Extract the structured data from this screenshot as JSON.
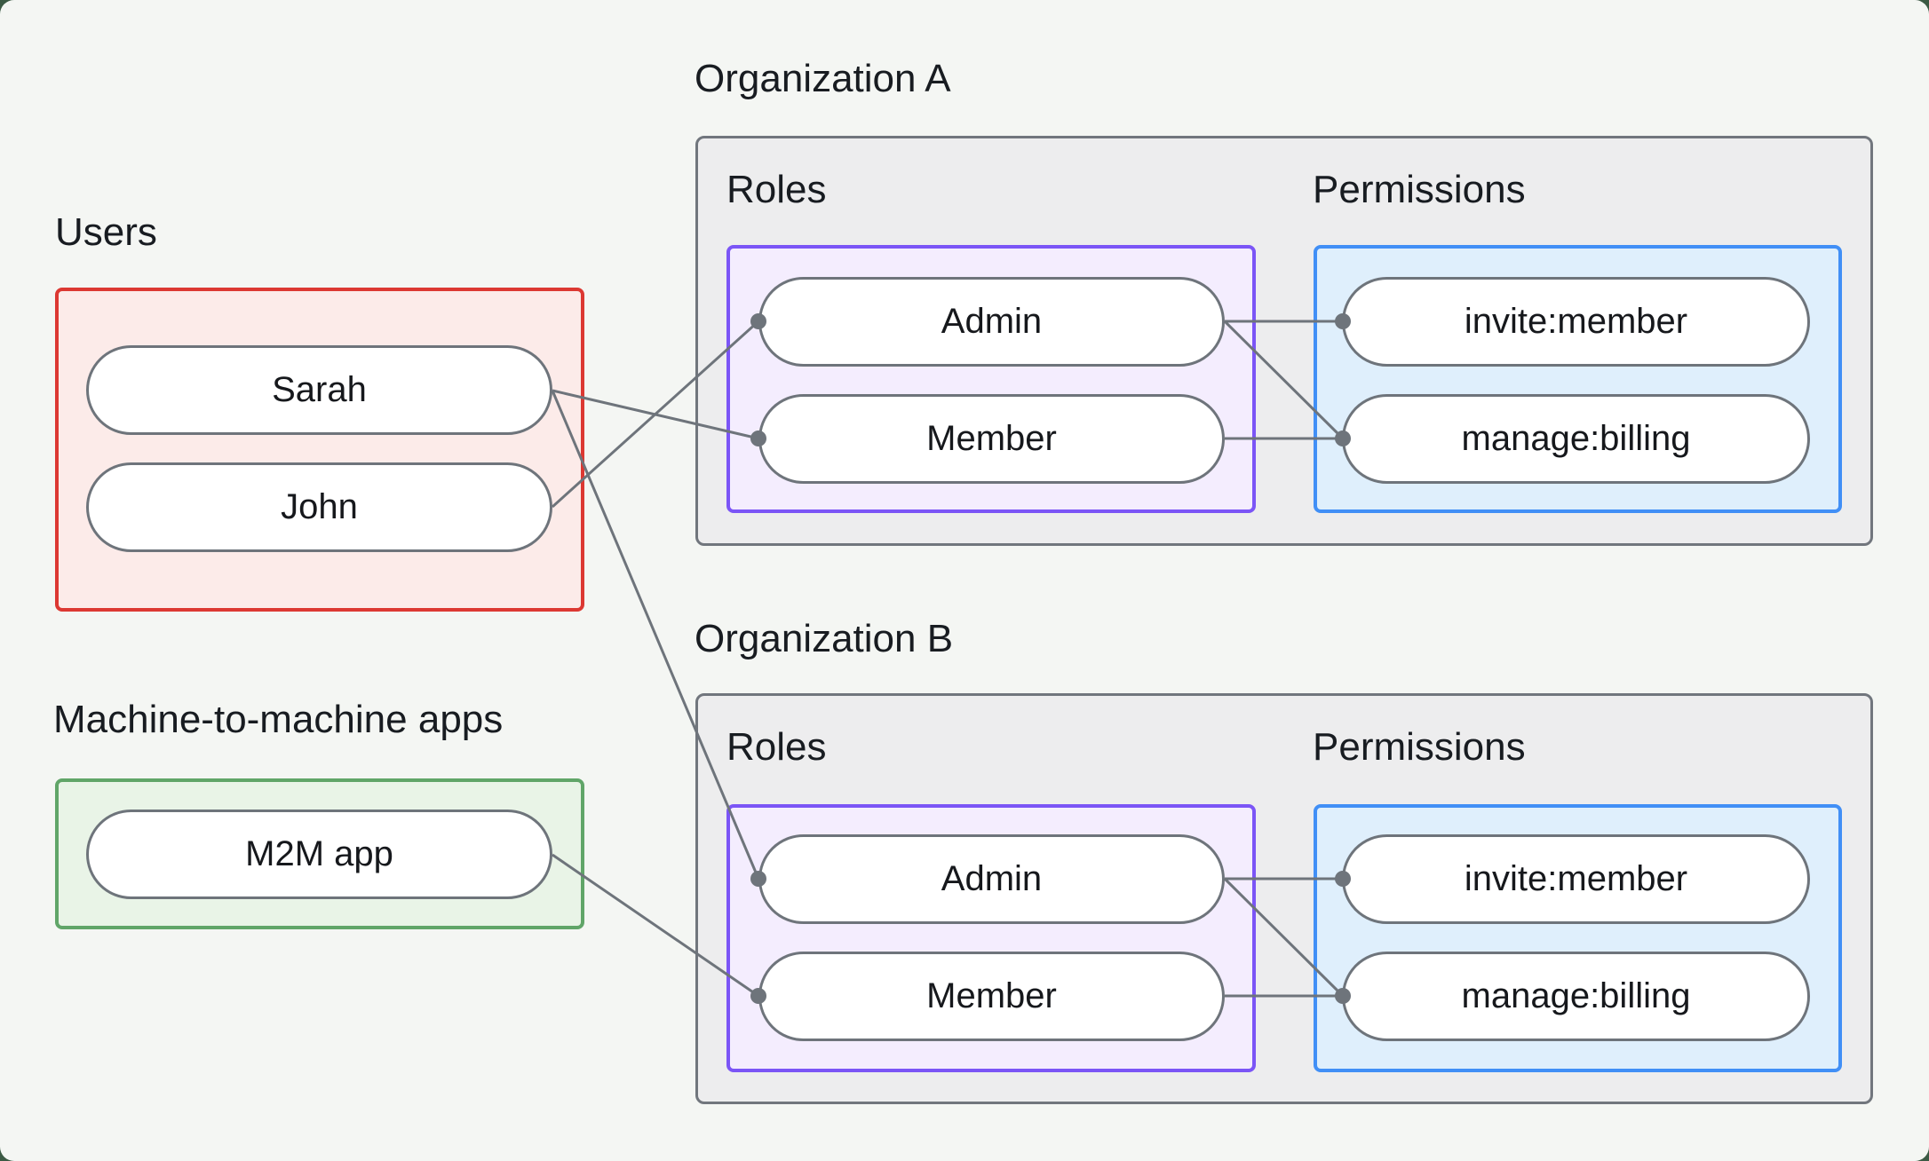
{
  "users_group": {
    "label": "Users",
    "members": [
      "Sarah",
      "John"
    ]
  },
  "m2m_group": {
    "label": "Machine-to-machine apps",
    "members": [
      "M2M app"
    ]
  },
  "orgs": [
    {
      "title": "Organization A",
      "roles_label": "Roles",
      "permissions_label": "Permissions",
      "roles": [
        "Admin",
        "Member"
      ],
      "permissions": [
        "invite:member",
        "manage:billing"
      ]
    },
    {
      "title": "Organization B",
      "roles_label": "Roles",
      "permissions_label": "Permissions",
      "roles": [
        "Admin",
        "Member"
      ],
      "permissions": [
        "invite:member",
        "manage:billing"
      ]
    }
  ],
  "connections": [
    {
      "from": "John",
      "to": "Organization A / Admin"
    },
    {
      "from": "Sarah",
      "to": "Organization A / Member"
    },
    {
      "from": "Sarah",
      "to": "Organization B / Admin"
    },
    {
      "from": "M2M app",
      "to": "Organization B / Member"
    },
    {
      "from": "Organization A / Admin",
      "to": "Organization A / invite:member"
    },
    {
      "from": "Organization A / Admin",
      "to": "Organization A / manage:billing"
    },
    {
      "from": "Organization A / Member",
      "to": "Organization A / manage:billing"
    },
    {
      "from": "Organization B / Admin",
      "to": "Organization B / invite:member"
    },
    {
      "from": "Organization B / Admin",
      "to": "Organization B / manage:billing"
    },
    {
      "from": "Organization B / Member",
      "to": "Organization B / manage:billing"
    }
  ],
  "colors": {
    "background": "#f4f6f3",
    "page_behind": "#3b5a44",
    "users_border": "#dc3832",
    "users_fill": "#fcebe9",
    "m2m_border": "#60a568",
    "m2m_fill": "#e9f4e7",
    "roles_border": "#7b55f6",
    "roles_fill": "#f4edfe",
    "permissions_border": "#418ff6",
    "permissions_fill": "#dfeffc",
    "org_border": "#71767d",
    "org_fill": "#ededee",
    "edge": "#6e747b",
    "text": "#181c21"
  }
}
